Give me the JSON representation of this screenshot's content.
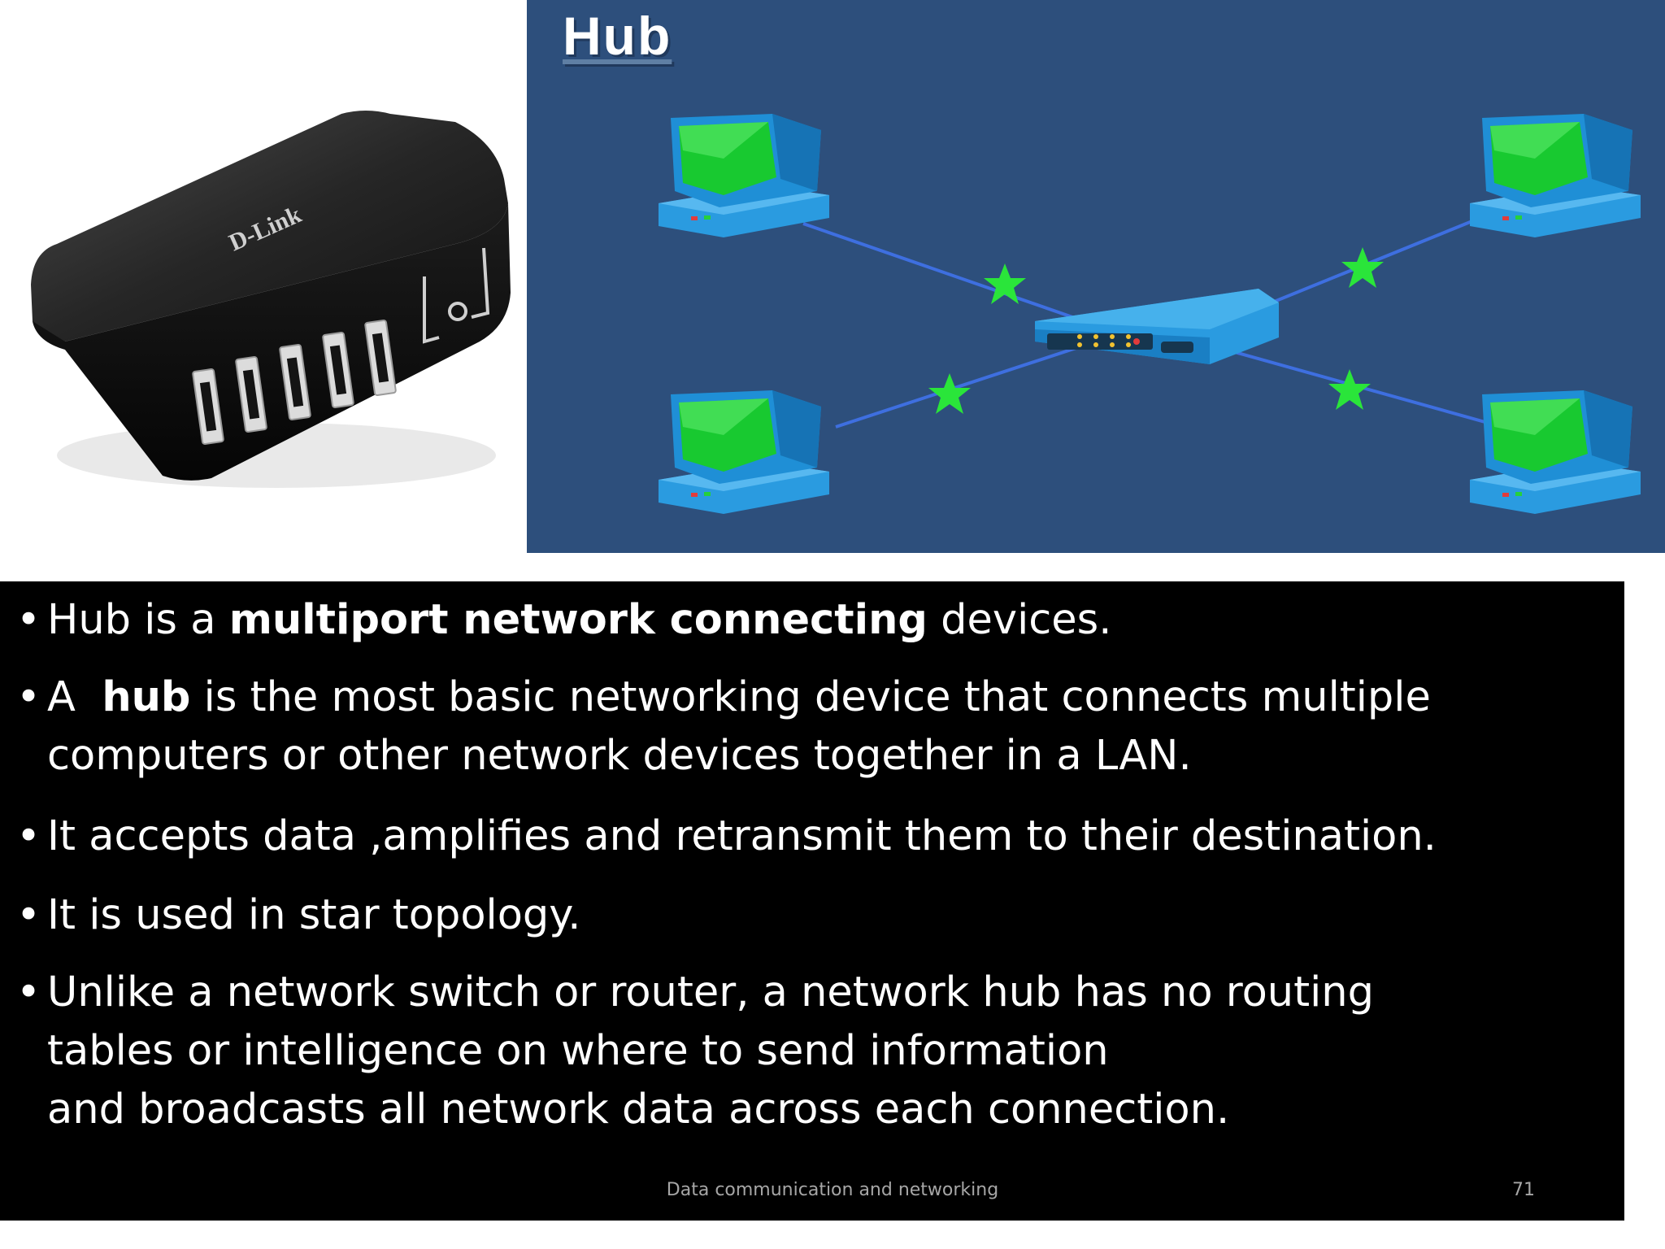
{
  "diagram": {
    "title": "Hub"
  },
  "product": {
    "brand_logo": "D-Link"
  },
  "bullets": [
    {
      "parts": [
        {
          "t": " Hub is a ",
          "b": false
        },
        {
          "t": "multiport network connecting",
          "b": true
        },
        {
          "t": " devices.",
          "b": false
        }
      ]
    },
    {
      "parts": [
        {
          "t": "A  ",
          "b": false
        },
        {
          "t": "hub",
          "b": true
        },
        {
          "t": " is the most basic networking device that connects multiple",
          "b": false
        }
      ],
      "continuation": [
        "computers or other network devices together in a LAN."
      ]
    },
    {
      "parts": [
        {
          "t": "It accepts data ,amplifies and retransmit them to their destination.",
          "b": false
        }
      ]
    },
    {
      "parts": [
        {
          "t": "It is used in star topology.",
          "b": false
        }
      ]
    },
    {
      "parts": [
        {
          "t": "Unlike a network switch or router, a network hub has no routing",
          "b": false
        }
      ],
      "continuation": [
        "tables or intelligence on where to send information",
        "and broadcasts all network data across each connection."
      ]
    }
  ],
  "footer": {
    "course": "Data communication and networking",
    "page_number": "71"
  },
  "colors": {
    "diagram_bg": "#2d4f7c",
    "panel_bg": "#000000",
    "screen_green": "#18c930",
    "device_blue": "#2a9be0",
    "cable_blue": "#3e6fe0",
    "star_green": "#2ae53a"
  }
}
